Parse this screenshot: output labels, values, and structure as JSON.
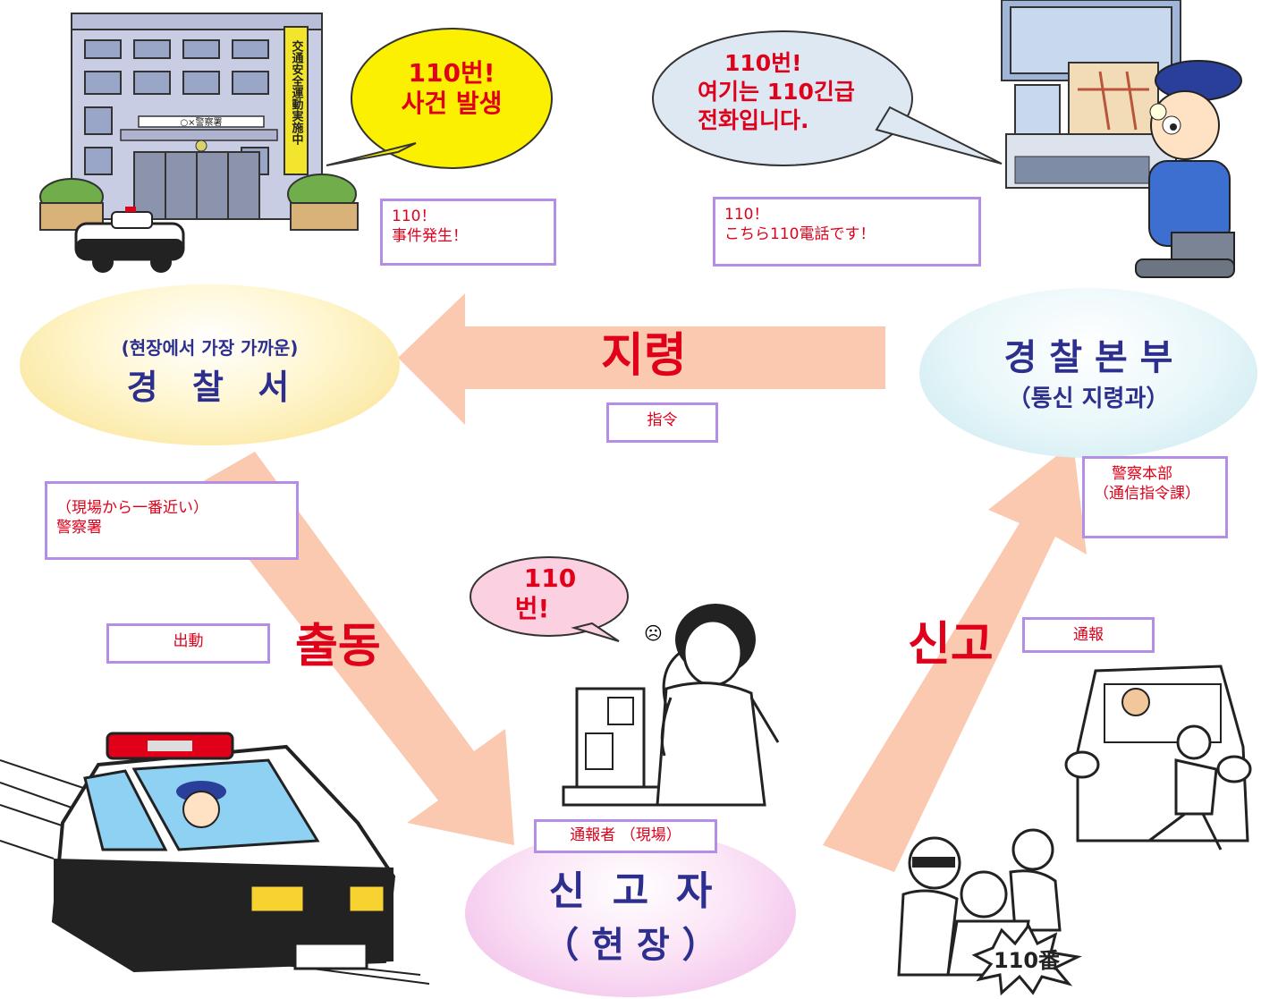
{
  "station": {
    "line1": "(현장에서 가장 가까운)",
    "line2": "경  찰  서",
    "bubble": [
      "110번!",
      "사건 발생"
    ],
    "label_ja": [
      "110！",
      "事件発生！"
    ],
    "note_ja": [
      "（現場から一番近い）",
      "警察署"
    ],
    "building_sign": "○×警察署",
    "banner": "交通安全運動実施中"
  },
  "hq": {
    "line1": "경 찰 본 부",
    "line2": "（통신 지령과）",
    "bubble": [
      "110번!",
      "여기는  110긴급",
      "전화입니다."
    ],
    "label_ja": [
      "110！",
      "こちら110電話です！"
    ],
    "note_ja": [
      "警察本部",
      "（通信指令課）"
    ]
  },
  "reporter": {
    "line1": "신  고  자",
    "line2": "（ 현 장 ）",
    "bubble": [
      "110",
      "번!"
    ],
    "label_ja": "通報者 （現場）"
  },
  "arrows": {
    "command": {
      "ko": "지령",
      "ja": "指令"
    },
    "dispatch": {
      "ko": "출동",
      "ja": "出動"
    },
    "report": {
      "ko": "신고",
      "ja": "通報"
    }
  },
  "crime_burst": "110番",
  "colors": {
    "arrow": "#fbc8b0",
    "label_red": "#e0001a",
    "box_border": "#b48ee6",
    "title_blue": "#2d2f8f"
  }
}
